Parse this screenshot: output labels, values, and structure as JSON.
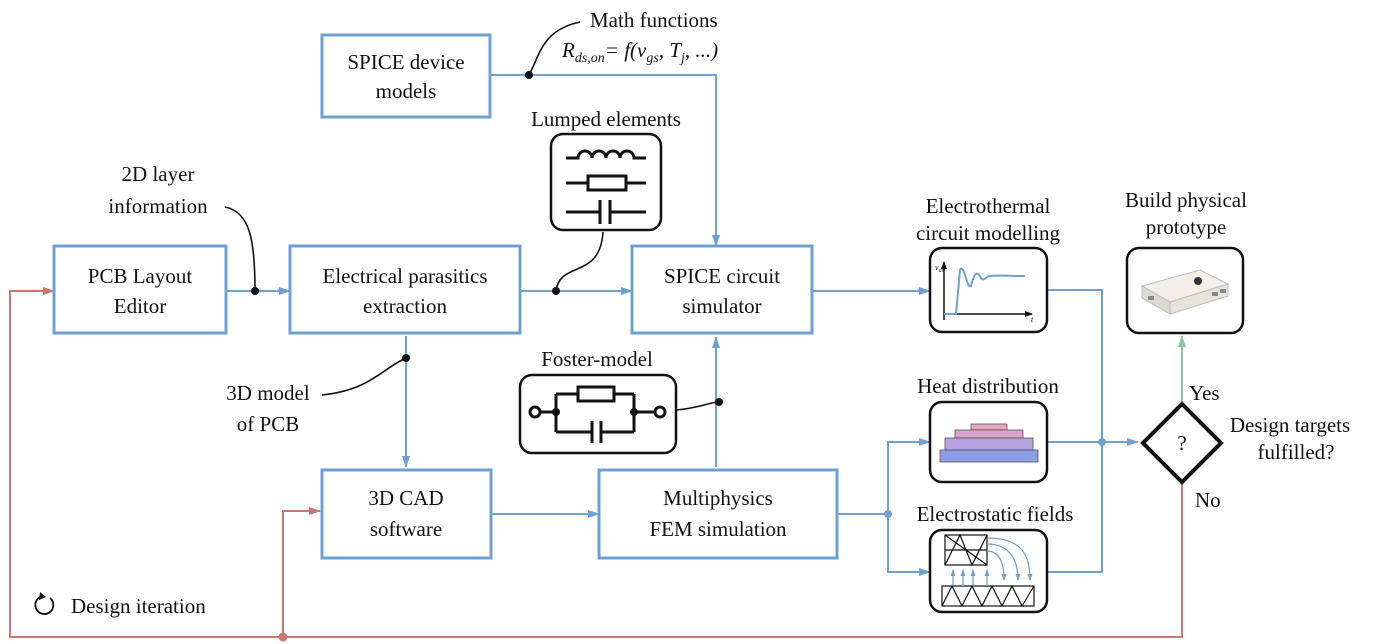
{
  "boxes": {
    "spice_models": [
      "SPICE  device",
      "models"
    ],
    "pcb_editor": [
      "PCB Layout",
      "Editor"
    ],
    "parasitics": [
      "Electrical parasitics",
      "extraction"
    ],
    "spice_sim": [
      "SPICE circuit",
      "simulator"
    ],
    "cad": [
      "3D CAD",
      "software"
    ],
    "fem": [
      "Multiphysics",
      "FEM simulation"
    ]
  },
  "labels": {
    "math_functions": "Math functions",
    "math_formula_lhs": "R",
    "math_formula_sub": "ds,on",
    "math_formula_rhs": "= f(v",
    "math_formula_sub2": "gs",
    "math_formula_tail": ",  T",
    "math_formula_sub3": "j",
    "math_formula_end": ", ...)",
    "lumped_elements": "Lumped elements",
    "layer_info": [
      "2D layer",
      "information"
    ],
    "model_3d": [
      "3D model",
      "of PCB"
    ],
    "foster_model": "Foster-model",
    "electrothermal": [
      "Electrothermal",
      "circuit modelling"
    ],
    "heat_distribution": "Heat distribution",
    "electrostatic_fields": "Electrostatic fields",
    "build_prototype": [
      "Build physical",
      "prototype"
    ],
    "decision_mark": "?",
    "design_targets": [
      "Design targets",
      "fulfilled?"
    ],
    "yes": "Yes",
    "no": "No",
    "design_iteration": "Design iteration",
    "plot_vds": "v",
    "plot_vds_sub": "ds",
    "plot_t": "t"
  },
  "colors": {
    "box_border": "#6fa0d2",
    "flow_arrow": "#6fa0d2",
    "feedback_arrow": "#c87670",
    "yes_arrow": "#8fc4a4",
    "heat_layers": [
      "#e8a4bc",
      "#c6a2d8",
      "#a4a4e6",
      "#8c9eea"
    ]
  },
  "icons": [
    "inductor-resistor-capacitor-icon",
    "foster-rc-icon",
    "transient-plot-icon",
    "heat-layers-icon",
    "fem-mesh-icon",
    "power-module-photo-icon",
    "refresh-icon"
  ]
}
